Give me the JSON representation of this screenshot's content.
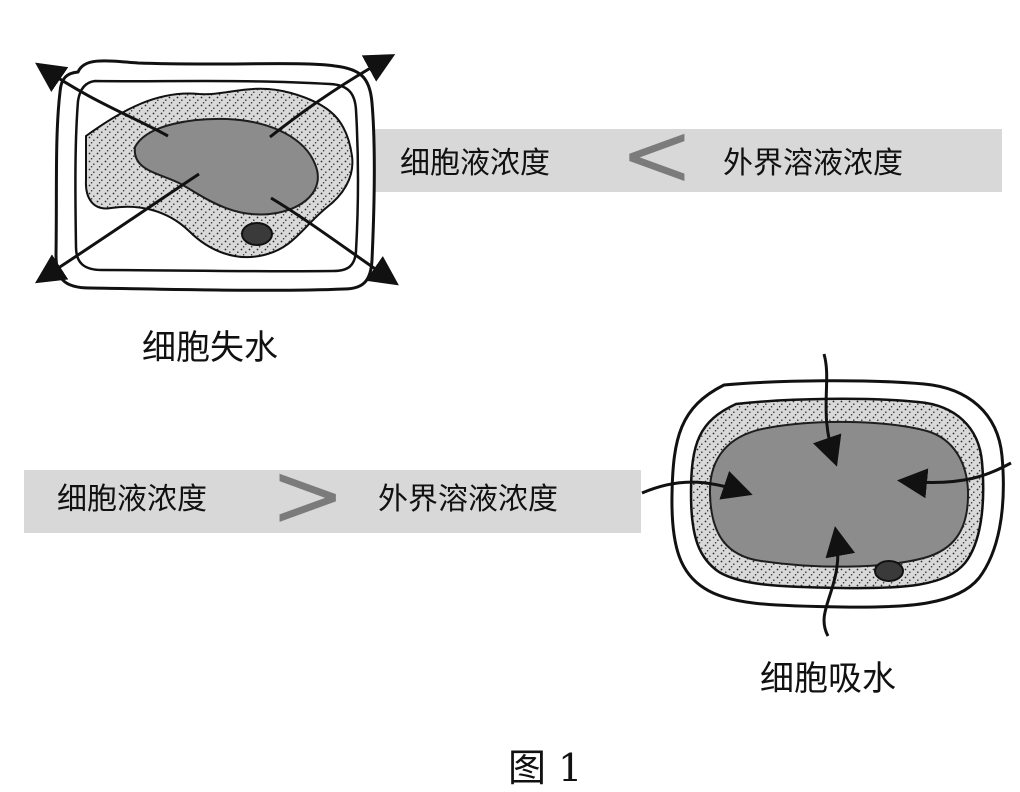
{
  "colors": {
    "band": "#d8d8d8",
    "comparison_symbol": "#7b7b7b",
    "vacuole": "#8c8c8c",
    "cytoplasm": "#d9d9d9",
    "outline": "#111111"
  },
  "top_comparison": {
    "left_text": "细胞液浓度",
    "symbol": "<",
    "right_text": "外界溶液浓度"
  },
  "top_caption": "细胞失水",
  "bottom_comparison": {
    "left_text": "细胞液浓度",
    "symbol": ">",
    "right_text": "外界溶液浓度"
  },
  "bottom_caption": "细胞吸水",
  "figure_label": "图 1"
}
